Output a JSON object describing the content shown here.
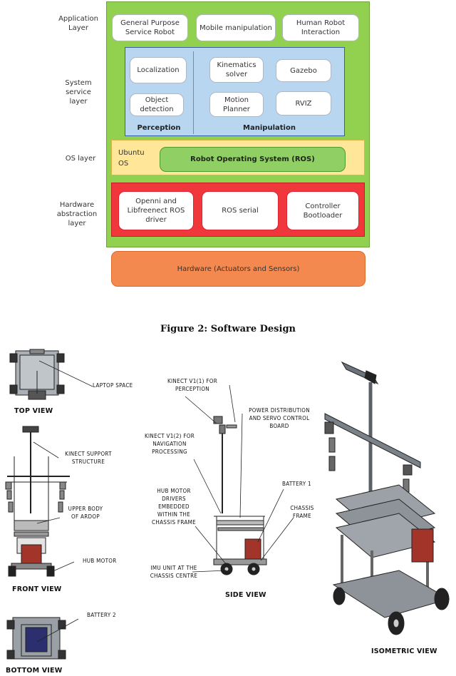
{
  "software_design": {
    "layers": {
      "application": "Application Layer",
      "system_service": "System service layer",
      "os": "OS layer",
      "hardware_abstraction": "Hardware abstraction layer"
    },
    "application_boxes": [
      "General Purpose Service Robot",
      "Mobile manipulation",
      "Human Robot Interaction"
    ],
    "perception": {
      "title": "Perception",
      "boxes": [
        "Localization",
        "Object detection"
      ]
    },
    "manipulation": {
      "title": "Manipulation",
      "boxes": [
        "Kinematics solver",
        "Gazebo",
        "Motion Planner",
        "RVIZ"
      ]
    },
    "os_layer": {
      "ubuntu": "Ubuntu OS",
      "ros": "Robot Operating System (ROS)"
    },
    "hal_boxes": [
      "Openni and Libfreenect ROS driver",
      "ROS serial",
      "Controller Bootloader"
    ],
    "hardware": "Hardware (Actuators and Sensors)",
    "colors": {
      "outer_green": "#92d050",
      "service_blue": "#b9d6f0",
      "os_yellow": "#ffe699",
      "ros_green": "#8fcf63",
      "hal_red": "#f0373c",
      "hardware_orange": "#f4894f"
    }
  },
  "figure_caption": "Figure 2: Software Design",
  "mechanical": {
    "views": {
      "top": "TOP VIEW",
      "front": "FRONT VIEW",
      "bottom": "BOTTOM VIEW",
      "side": "SIDE VIEW",
      "isometric": "ISOMETRIC VIEW"
    },
    "labels": {
      "laptop_space": "LAPTOP SPACE",
      "kinect_support": "KINECT SUPPORT STRUCTURE",
      "upper_body": "UPPER BODY OF ARDOP",
      "hub_motor": "HUB MOTOR",
      "battery2": "BATTERY 2",
      "kinect_v1_perception": "KINECT V1(1) FOR PERCEPTION",
      "kinect_v1_navigation": "KINECT V1(2) FOR NAVIGATION PROCESSING",
      "power_distribution": "POWER DISTRIBUTION AND SERVO CONTROL BOARD",
      "battery1": "BATTERY 1",
      "hub_motor_drivers": "HUB MOTOR DRIVERS EMBEDDED WITHIN THE CHASSIS FRAME",
      "chassis_frame": "CHASSIS FRAME",
      "imu_unit": "IMU UNIT AT THE CHASSIS CENTRE"
    }
  }
}
